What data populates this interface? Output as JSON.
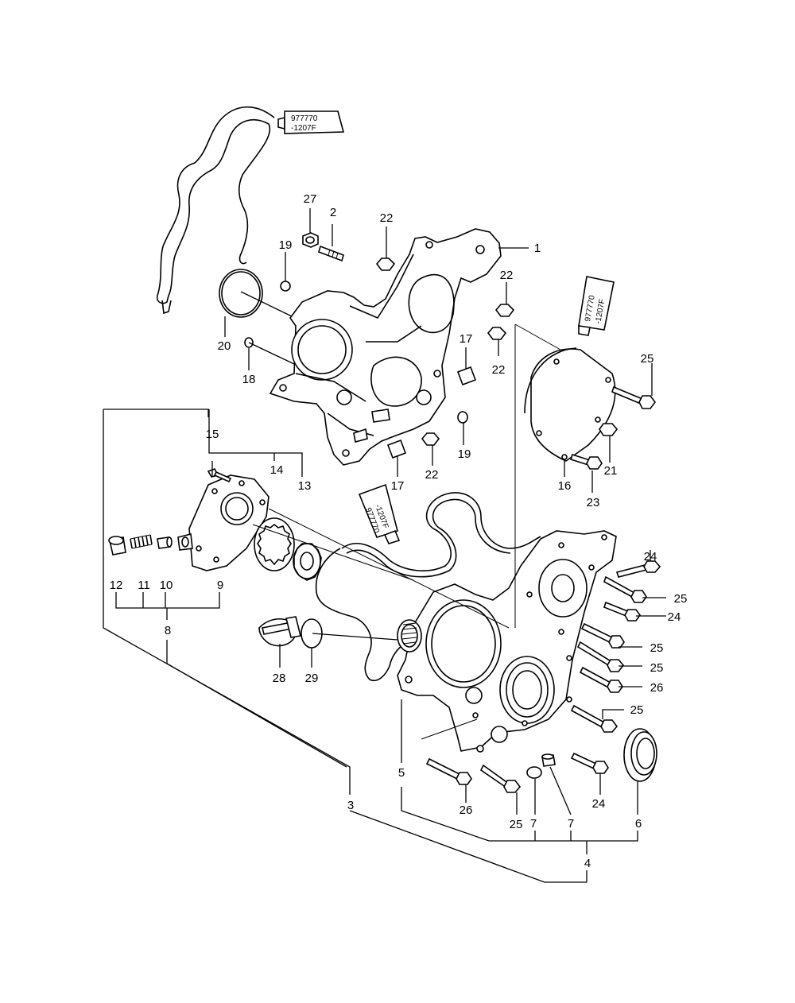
{
  "sealant_label": "977770\n-1207F",
  "callouts": {
    "c1": "1",
    "c2": "2",
    "c3": "3",
    "c4": "4",
    "c5": "5",
    "c6": "6",
    "c7a": "7",
    "c7b": "7",
    "c8": "8",
    "c9": "9",
    "c10": "10",
    "c11": "11",
    "c12": "12",
    "c13": "13",
    "c14": "14",
    "c15": "15",
    "c16": "16",
    "c17a": "17",
    "c17b": "17",
    "c18": "18",
    "c19a": "19",
    "c19b": "19",
    "c20": "20",
    "c21": "21",
    "c22a": "22",
    "c22b": "22",
    "c22c": "22",
    "c22d": "22",
    "c23": "23",
    "c24a": "24",
    "c24b": "24",
    "c24c": "24",
    "c25a": "25",
    "c25b": "25",
    "c25c": "25",
    "c25d": "25",
    "c25e": "25",
    "c25f": "25",
    "c26a": "26",
    "c26b": "26",
    "c27": "27",
    "c28": "28",
    "c29": "29"
  },
  "sealant": {
    "line1": "977770",
    "line2": "-1207F"
  }
}
